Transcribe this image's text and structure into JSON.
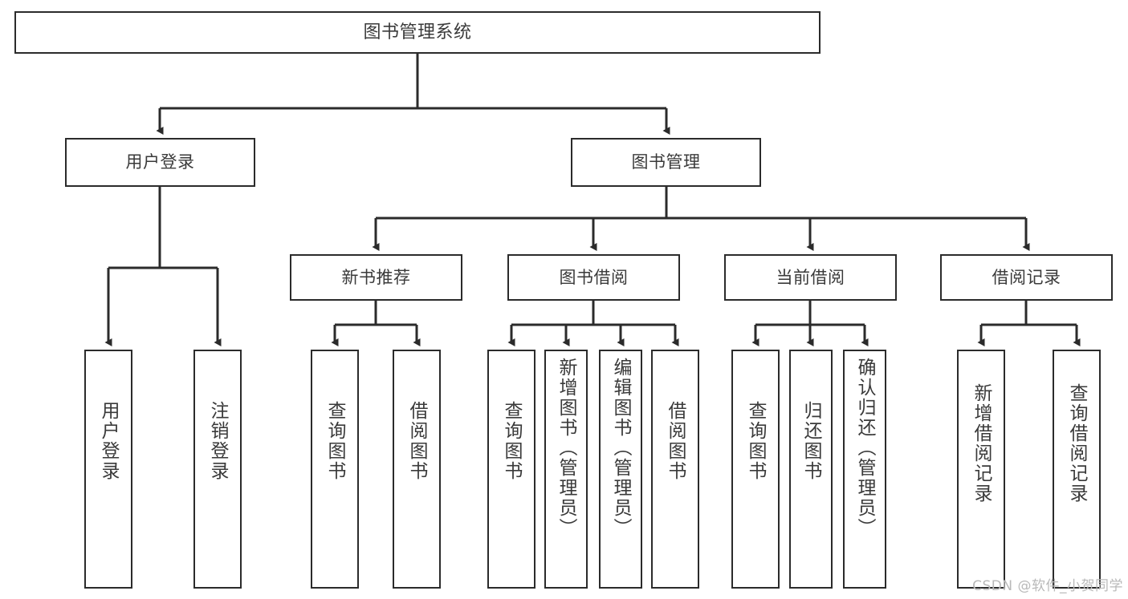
{
  "diagram": {
    "title": "图书管理系统",
    "type": "tree-hierarchy",
    "root": {
      "label": "图书管理系统"
    },
    "level2": [
      {
        "label": "用户登录"
      },
      {
        "label": "图书管理"
      }
    ],
    "level3": [
      {
        "label": "新书推荐"
      },
      {
        "label": "图书借阅"
      },
      {
        "label": "当前借阅"
      },
      {
        "label": "借阅记录"
      }
    ],
    "leaves": {
      "user_login": [
        {
          "label": "用户登录"
        },
        {
          "label": "注销登录"
        }
      ],
      "new_book_recommend": [
        {
          "label": "查询图书"
        },
        {
          "label": "借阅图书"
        }
      ],
      "book_borrow": [
        {
          "label": "查询图书"
        },
        {
          "label": "新增图书（管理员）"
        },
        {
          "label": "编辑图书（管理员）"
        },
        {
          "label": "借阅图书"
        }
      ],
      "current_borrow": [
        {
          "label": "查询图书"
        },
        {
          "label": "归还图书"
        },
        {
          "label": "确认归还（管理员）"
        }
      ],
      "borrow_record": [
        {
          "label": "新增借阅记录"
        },
        {
          "label": "查询借阅记录"
        }
      ]
    }
  },
  "watermark": {
    "text": "CSDN @软件_小贺同学"
  },
  "colors": {
    "stroke": "#2b2b2b",
    "text": "#3a3a3a",
    "background": "#ffffff",
    "watermark": "#b9b9b9"
  }
}
